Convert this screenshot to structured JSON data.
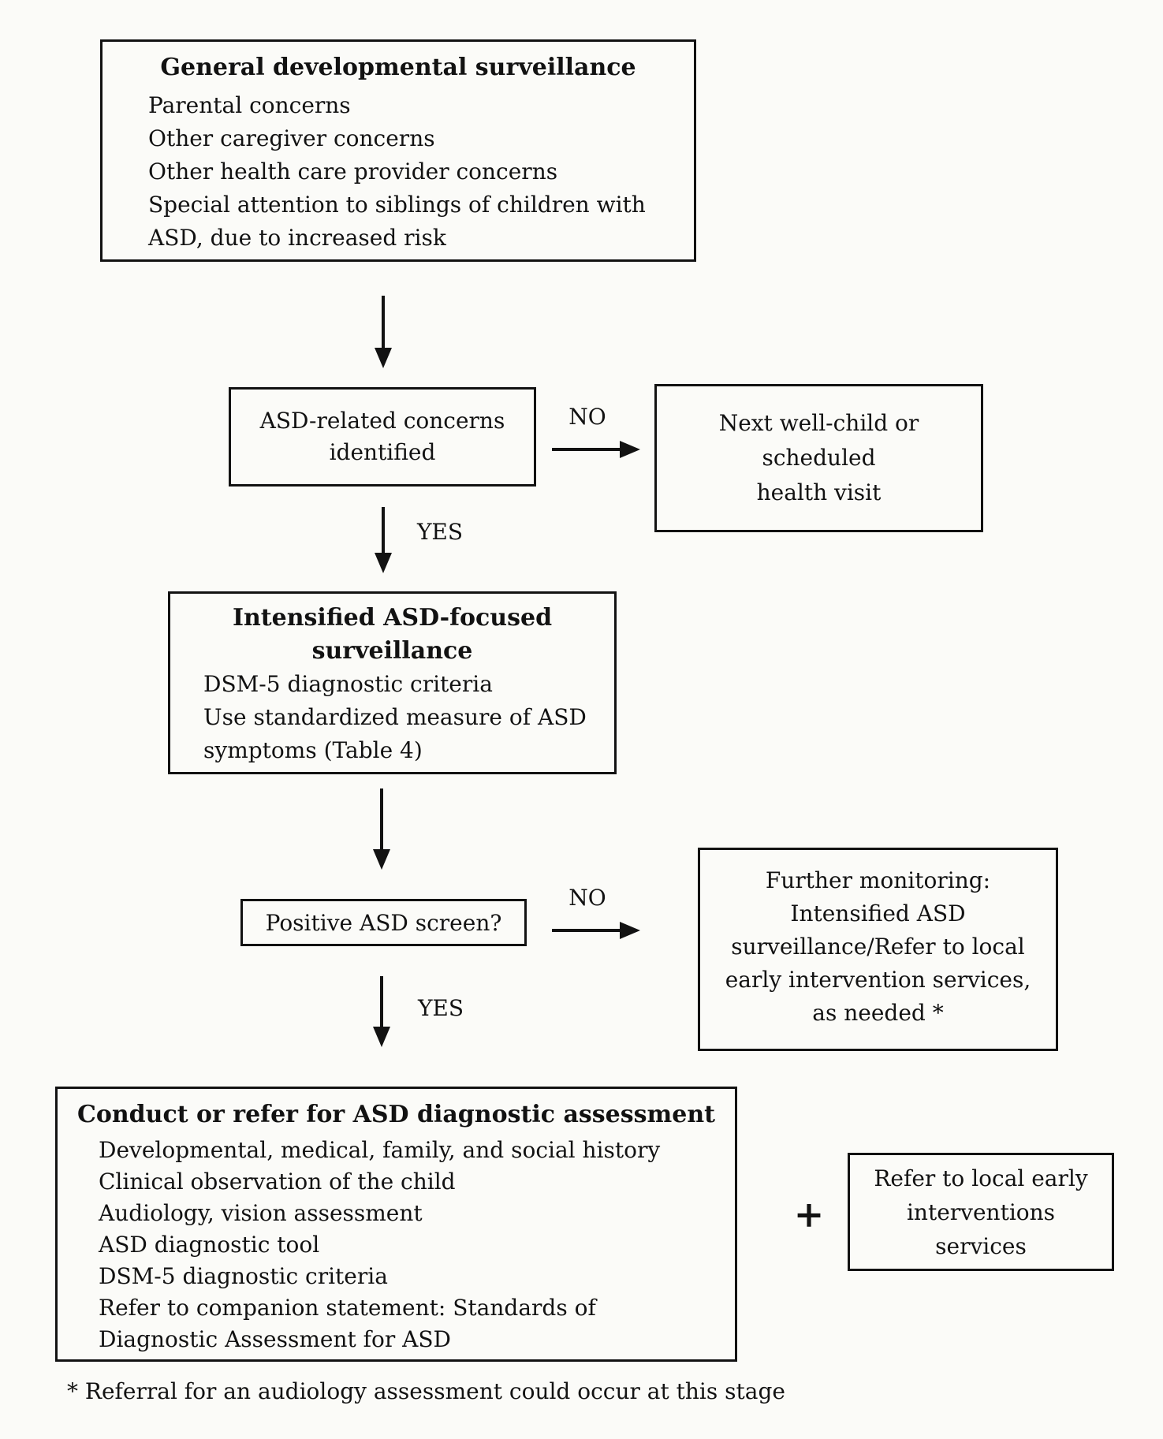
{
  "colors": {
    "ink": "#121212",
    "background": "#fbfbf8"
  },
  "flowchart": {
    "boxes": {
      "general_surveillance": {
        "title": "General developmental surveillance",
        "lines": [
          "Parental concerns",
          "Other caregiver concerns",
          "Other health care provider concerns",
          "Special attention to siblings of children with",
          "ASD, due to increased risk"
        ]
      },
      "asd_concerns": {
        "lines": [
          "ASD-related concerns",
          "identified"
        ]
      },
      "next_visit": {
        "lines": [
          "Next well-child or",
          "scheduled",
          "health visit"
        ]
      },
      "intensified": {
        "title_lines": [
          "Intensified ASD-focused",
          "surveillance"
        ],
        "lines": [
          "DSM-5 diagnostic criteria",
          "Use standardized measure of ASD",
          "symptoms (Table 4)"
        ]
      },
      "positive_screen": {
        "line": "Positive ASD screen?"
      },
      "further_monitoring": {
        "lines": [
          "Further monitoring:",
          "Intensified ASD",
          "surveillance/Refer to local",
          "early intervention services,",
          "as needed *"
        ]
      },
      "diagnostic_assessment": {
        "title": "Conduct or refer for ASD diagnostic assessment",
        "lines": [
          "Developmental, medical, family, and social history",
          "Clinical observation of the child",
          "Audiology, vision assessment",
          "ASD diagnostic tool",
          "DSM-5 diagnostic criteria",
          "Refer to companion statement: Standards of",
          "Diagnostic Assessment for ASD"
        ]
      },
      "refer_services": {
        "lines": [
          "Refer to local early",
          "interventions",
          "services"
        ]
      }
    },
    "labels": {
      "no_1": "NO",
      "yes_1": "YES",
      "no_2": "NO",
      "yes_2": "YES",
      "plus": "+",
      "footnote": "* Referral for an audiology assessment could occur at this stage"
    }
  }
}
